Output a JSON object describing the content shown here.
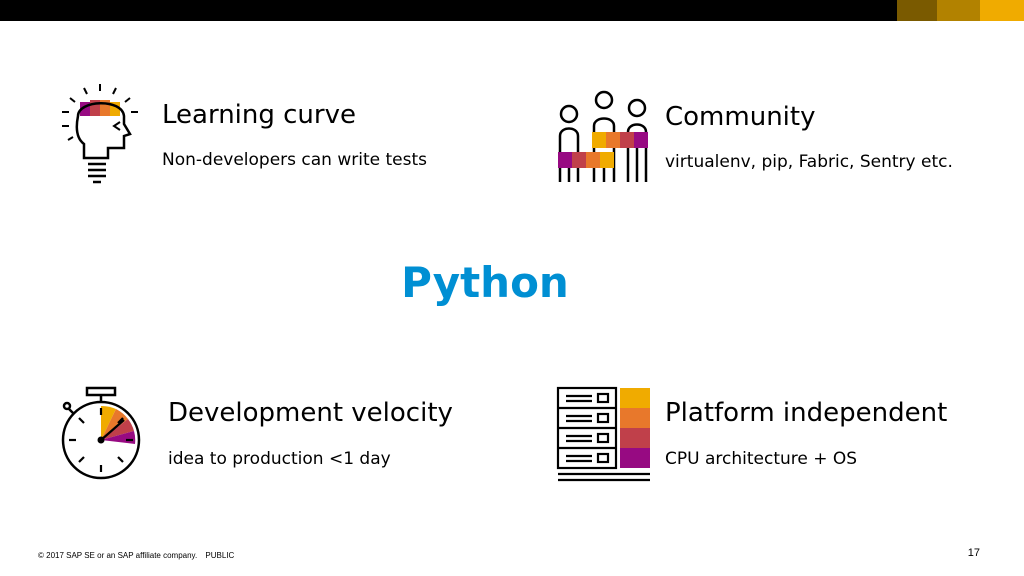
{
  "colors": {
    "accent_blue": "#008fd3",
    "gold_dark": "#7a5a00",
    "gold_mid": "#b28200",
    "gold_light": "#f0ab00",
    "orange": "#e8782b",
    "red": "#c0404a",
    "purple": "#970a82",
    "yellow": "#f0ab00"
  },
  "slide": {
    "title": "Python",
    "features": [
      {
        "heading": "Learning curve",
        "subtitle": "Non-developers can write tests",
        "icon": "lightbulb-head-icon"
      },
      {
        "heading": "Community",
        "subtitle": "virtualenv, pip, Fabric, Sentry etc.",
        "icon": "people-community-icon"
      },
      {
        "heading": "Development velocity",
        "subtitle": "idea to production <1 day",
        "icon": "stopwatch-icon"
      },
      {
        "heading": "Platform independent",
        "subtitle": "CPU architecture + OS",
        "icon": "server-rack-icon"
      }
    ]
  },
  "footer": {
    "copyright": "© 2017 SAP SE or an SAP affiliate company.",
    "classification": "PUBLIC",
    "page_number": "17"
  }
}
